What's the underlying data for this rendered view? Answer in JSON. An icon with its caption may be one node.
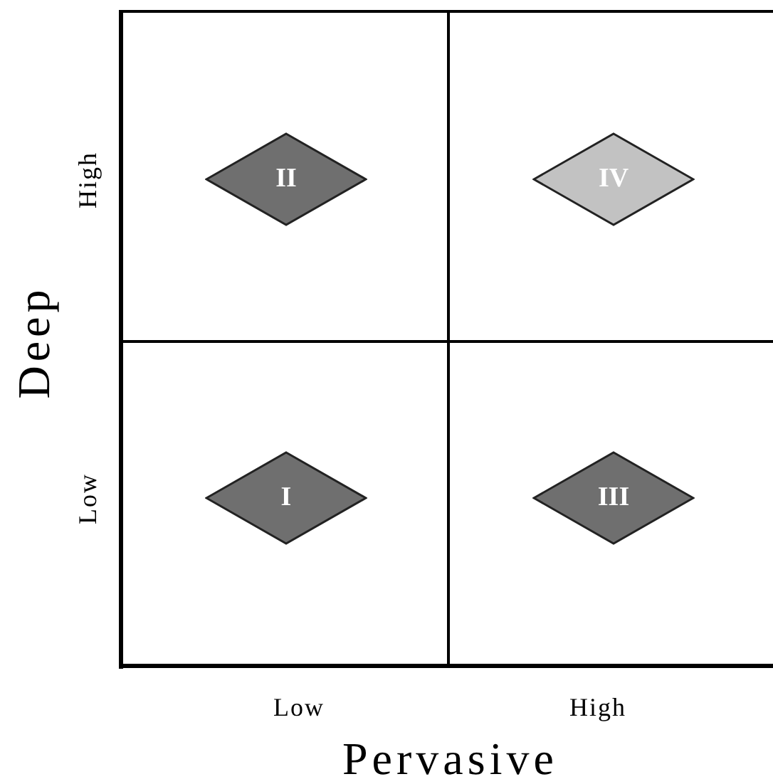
{
  "diagram": {
    "nodes": [
      {
        "text": [
          "II"
        ]
      },
      {
        "text": [
          "IV"
        ]
      },
      {
        "text": [
          "I"
        ]
      },
      {
        "text": [
          "III"
        ]
      }
    ],
    "edges": [],
    "labels": [
      "High",
      "Deep",
      "Low",
      "Low",
      "High",
      "Pervasive"
    ]
  }
}
